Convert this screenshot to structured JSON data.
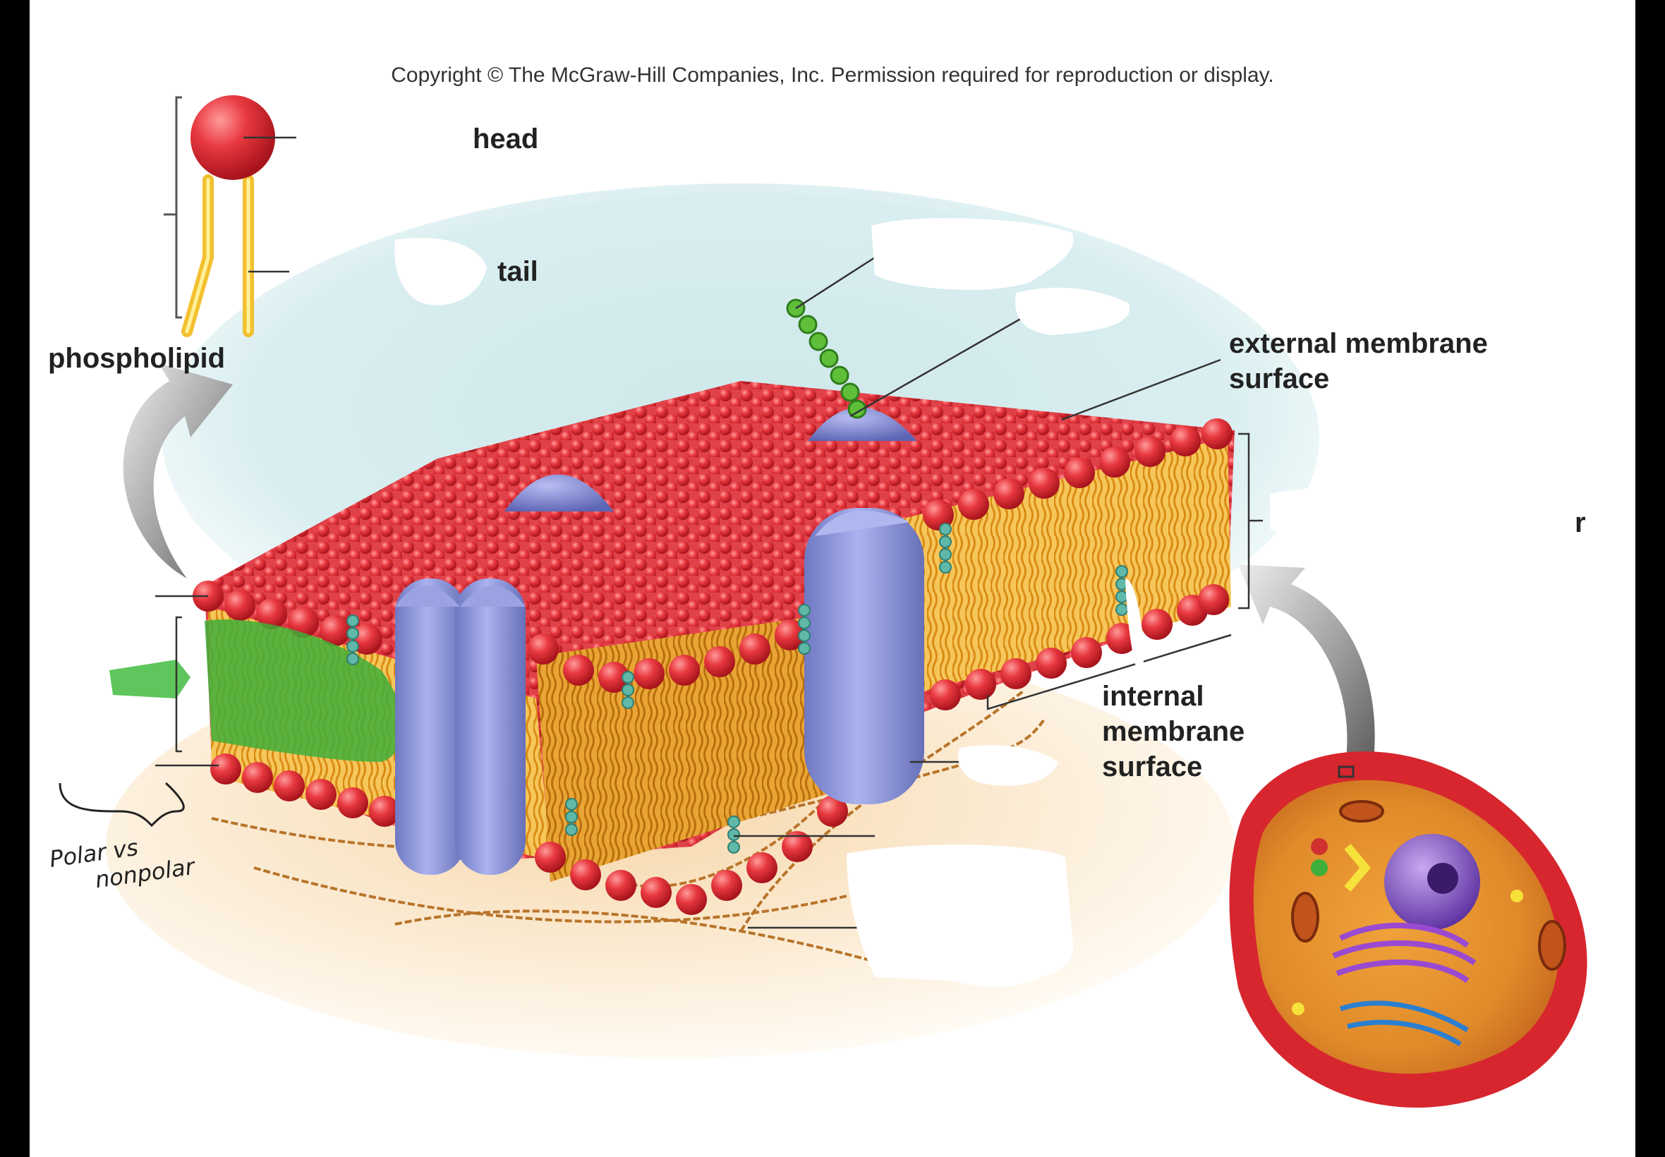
{
  "copyright": "Copyright © The McGraw-Hill Companies, Inc. Permission required for reproduction or display.",
  "labels": {
    "head": "head",
    "tail": "tail",
    "phospholipid": "phospholipid",
    "external_surface_line1": "external membrane",
    "external_surface_line2": "surface",
    "internal_surface_line1": "internal",
    "internal_surface_line2": "membrane",
    "internal_surface_line3": "surface",
    "layer_fragment": "r"
  },
  "handwritten": {
    "line1": "Polar vs",
    "line2": "nonpolar"
  },
  "colors": {
    "head": "#e8383f",
    "tail": "#f2b22a",
    "protein": "#8f97d8",
    "carbohydrate": "#5fbf3a",
    "cholesterol": "#5fb8a8",
    "highlight": "#3fae3a",
    "cell": "#d7262e"
  }
}
